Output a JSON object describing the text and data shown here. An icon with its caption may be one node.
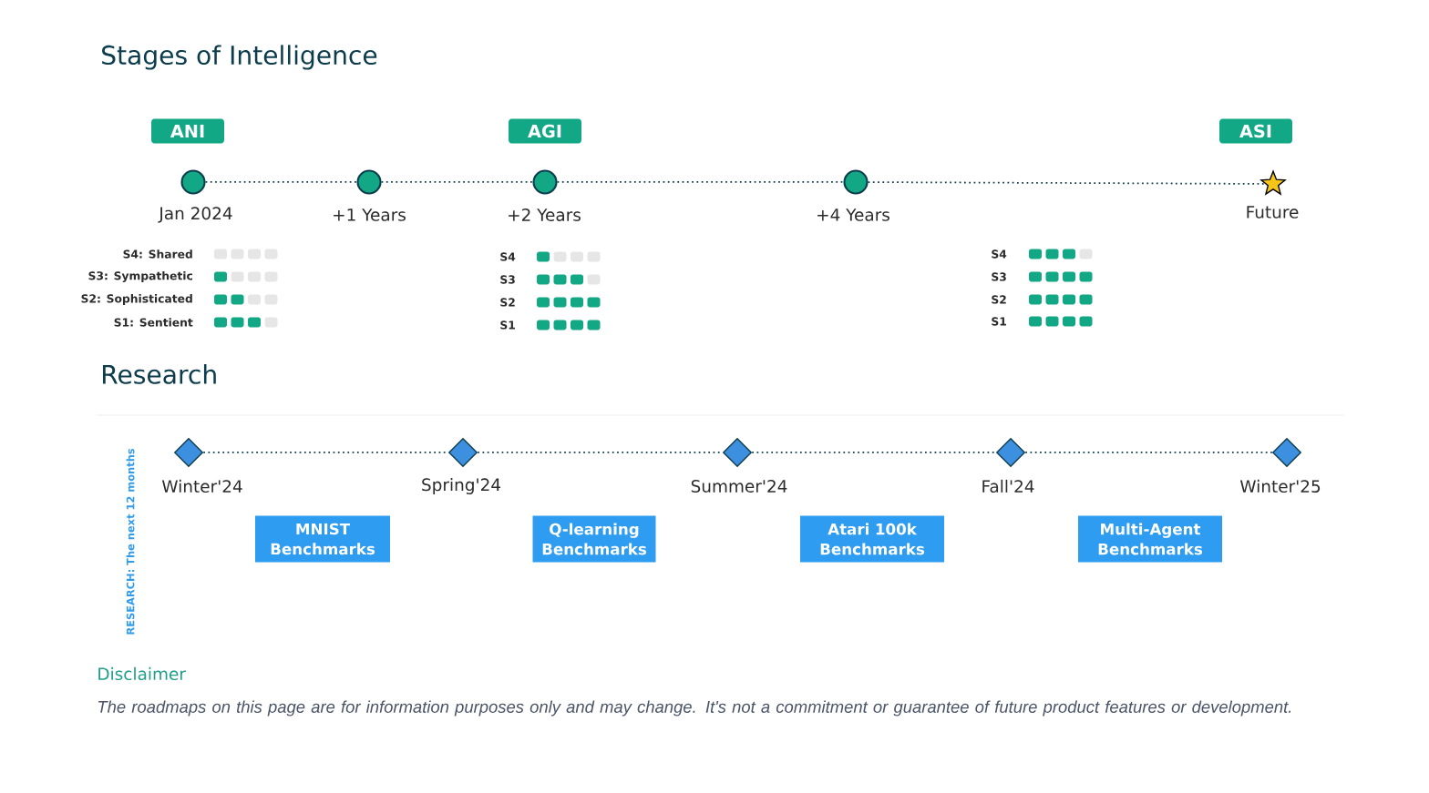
{
  "diagram": {
    "title": "Stages of Intelligence",
    "nodes": [
      {
        "text": [
          "ANI"
        ]
      },
      {
        "text": [
          "AGI"
        ]
      },
      {
        "text": [
          "ASI"
        ]
      },
      {
        "text": [],
        "shape": "circle",
        "beside": [
          "Jan 2024"
        ]
      },
      {
        "text": [],
        "shape": "circle",
        "beside": [
          "+1 Years"
        ]
      },
      {
        "text": [],
        "shape": "circle",
        "beside": [
          "+2 Years"
        ]
      },
      {
        "text": [],
        "shape": "circle",
        "beside": [
          "+4 Years"
        ]
      },
      {
        "text": [],
        "shape": "star",
        "beside": [
          "Future"
        ]
      },
      {
        "text": [],
        "shape": "diamond",
        "beside": [
          "Winter'24"
        ]
      },
      {
        "text": [],
        "shape": "diamond",
        "beside": [
          "Spring'24"
        ]
      },
      {
        "text": [],
        "shape": "diamond",
        "beside": [
          "Summer'24"
        ]
      },
      {
        "text": [],
        "shape": "diamond",
        "beside": [
          "Fall'24"
        ]
      },
      {
        "text": [],
        "shape": "diamond",
        "beside": [
          "Winter'25"
        ]
      },
      {
        "text": [
          "MNIST Benchmarks"
        ]
      },
      {
        "text": [
          "Q-learning Benchmarks"
        ]
      },
      {
        "text": [
          "Atari 100k Benchmarks"
        ]
      },
      {
        "text": [
          "Multi-Agent Benchmarks"
        ]
      }
    ],
    "edges": [
      {
        "from": 3,
        "to": 4,
        "arrow": "none"
      },
      {
        "from": 4,
        "to": 5,
        "arrow": "none"
      },
      {
        "from": 5,
        "to": 6,
        "arrow": "none"
      },
      {
        "from": 6,
        "to": 7,
        "arrow": "none"
      },
      {
        "from": 8,
        "to": 9,
        "arrow": "none"
      },
      {
        "from": 9,
        "to": 10,
        "arrow": "none"
      },
      {
        "from": 10,
        "to": 11,
        "arrow": "none"
      },
      {
        "from": 11,
        "to": 12,
        "arrow": "none"
      }
    ],
    "labels": [
      "S4: Shared",
      "S3: Sympathetic",
      "S2: Sophisticated",
      "S1: Sentient",
      "S4",
      "S3",
      "S2",
      "S1",
      "S4",
      "S3",
      "S2",
      "S1",
      "Research",
      "RESEARCH: The next 12 months",
      "Disclaimer",
      "The roadmaps on this page are for information purposes only and may change. It's not a commitment or guarantee of future product features or development."
    ]
  }
}
